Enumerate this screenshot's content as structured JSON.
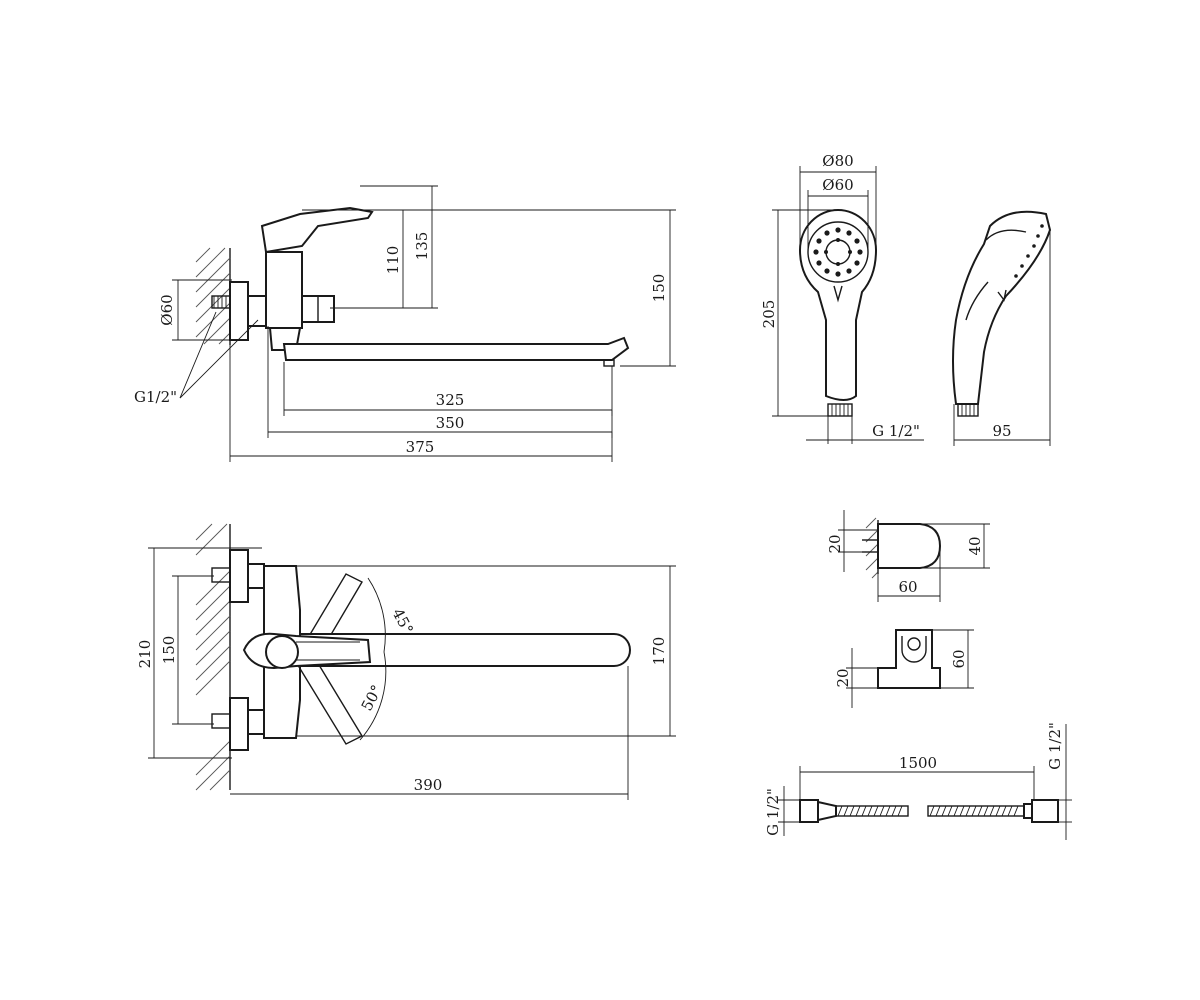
{
  "front_view": {
    "dim_diameter": "Ø60",
    "dim_thread": "G1/2\"",
    "dim_110": "110",
    "dim_135": "135",
    "dim_150": "150",
    "dim_325": "325",
    "dim_350": "350",
    "dim_375": "375"
  },
  "top_view": {
    "dim_210": "210",
    "dim_150": "150",
    "dim_170": "170",
    "dim_390": "390",
    "angle_45": "45°",
    "angle_50": "50°"
  },
  "shower_head": {
    "dim_outer_diameter": "Ø80",
    "dim_inner_diameter": "Ø60",
    "dim_length": "205",
    "dim_thread": "G 1/2\"",
    "dim_depth": "95"
  },
  "holder_side": {
    "dim_20": "20",
    "dim_40": "40",
    "dim_60": "60"
  },
  "holder_front": {
    "dim_20": "20",
    "dim_60": "60"
  },
  "hose": {
    "dim_length": "1500",
    "thread_left": "G 1/2\"",
    "thread_right": "G 1/2\""
  }
}
